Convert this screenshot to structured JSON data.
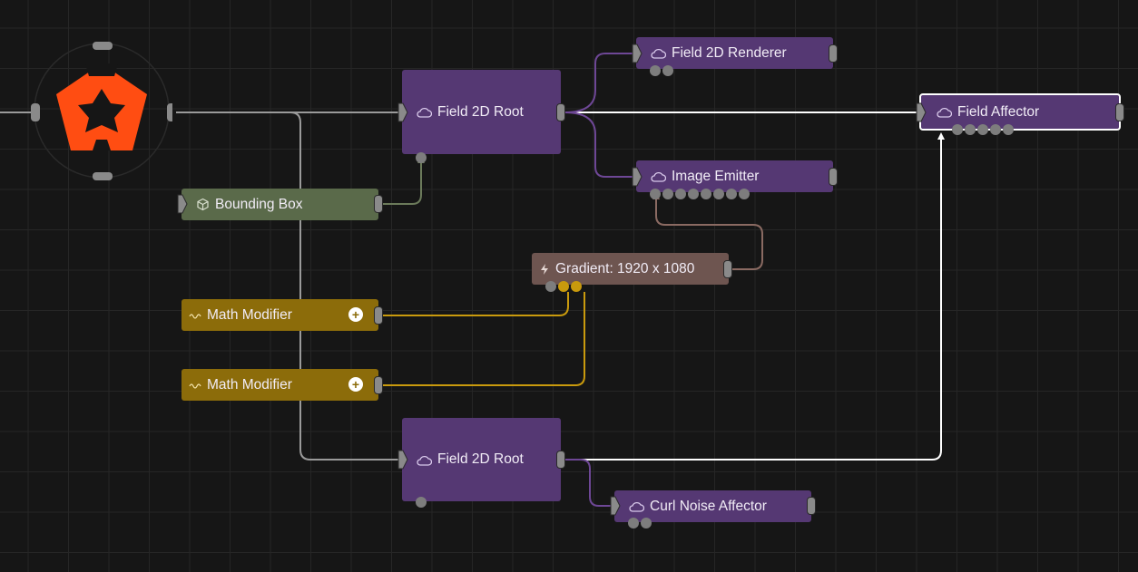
{
  "colors": {
    "background": "#161616",
    "field_node": "#553873",
    "bounds_node": "#5a6a4a",
    "modifier_node": "#8c6c0a",
    "gradient_node": "#6e5550",
    "logo": "#ff4d12"
  },
  "icons": {
    "cloud": "cloud-icon",
    "cube": "cube-icon",
    "wave": "wave-icon",
    "bolt": "bolt-icon",
    "plus": "plus-icon",
    "logo": "notch-logo-icon"
  },
  "nodes": {
    "field_root_1": {
      "label": "Field 2D Root"
    },
    "field_renderer": {
      "label": "Field 2D Renderer"
    },
    "image_emitter": {
      "label": "Image Emitter"
    },
    "field_affector": {
      "label": "Field Affector"
    },
    "bounding_box": {
      "label": "Bounding Box"
    },
    "gradient": {
      "label": "Gradient: 1920 x 1080"
    },
    "math_modifier_1": {
      "label": "Math Modifier"
    },
    "math_modifier_2": {
      "label": "Math Modifier"
    },
    "field_root_2": {
      "label": "Field 2D Root"
    },
    "curl_noise": {
      "label": "Curl Noise Affector"
    }
  }
}
